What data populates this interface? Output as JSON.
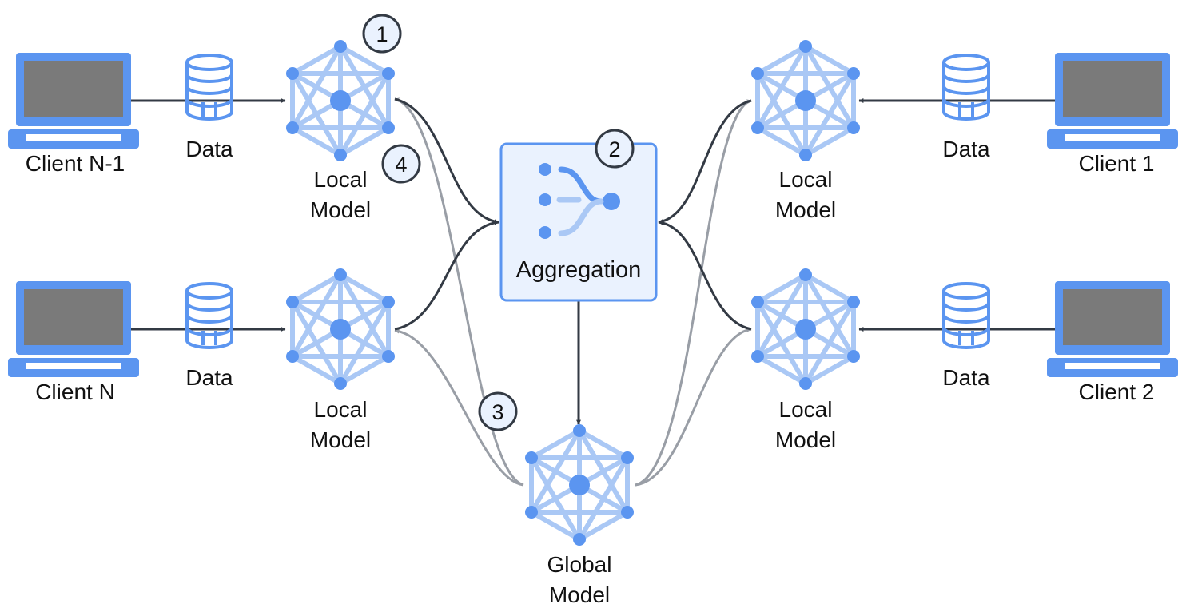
{
  "colors": {
    "accent": "#5b95f0",
    "net_edge": "#aac8f5",
    "laptop": "#5b95f0",
    "screen": "#7a7a7a",
    "arrow_dark": "#333a44",
    "arrow_gray": "#999ea6",
    "box_fill": "#eaf2fe",
    "step_fill": "#eaf2fe"
  },
  "clients": [
    {
      "label": "Client N-1"
    },
    {
      "label": "Client N"
    },
    {
      "label": "Client 1"
    },
    {
      "label": "Client 2"
    }
  ],
  "data_label": "Data",
  "local_model": {
    "line1": "Local",
    "line2": "Model"
  },
  "global_model": {
    "line1": "Global",
    "line2": "Model"
  },
  "aggregation": {
    "label": "Aggregation",
    "icon": "merge-icon"
  },
  "steps": [
    "1",
    "2",
    "3",
    "4"
  ]
}
